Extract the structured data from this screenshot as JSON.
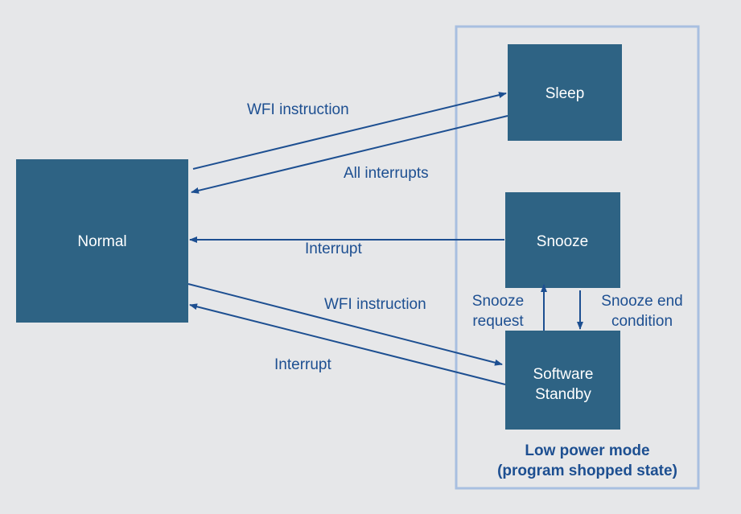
{
  "colors": {
    "background": "#e6e7e9",
    "node_fill": "#2e6384",
    "node_text": "#ffffff",
    "arrow": "#1d4f91",
    "label_text": "#1d4f91",
    "group_border": "#a8bfe0"
  },
  "nodes": {
    "normal": {
      "label": "Normal"
    },
    "sleep": {
      "label": "Sleep"
    },
    "snooze": {
      "label": "Snooze"
    },
    "software_standby": {
      "line1": "Software",
      "line2": "Standby"
    }
  },
  "group": {
    "title_line1": "Low power mode",
    "title_line2": "(program shopped state)"
  },
  "edges": {
    "normal_to_sleep": {
      "label": "WFI instruction"
    },
    "sleep_to_normal": {
      "label": "All interrupts"
    },
    "snooze_to_normal": {
      "label": "Interrupt"
    },
    "normal_to_standby": {
      "label": "WFI instruction"
    },
    "standby_to_normal": {
      "label": "Interrupt"
    },
    "standby_to_snooze": {
      "line1": "Snooze",
      "line2": "request"
    },
    "snooze_to_standby": {
      "line1": "Snooze end",
      "line2": "condition"
    }
  }
}
